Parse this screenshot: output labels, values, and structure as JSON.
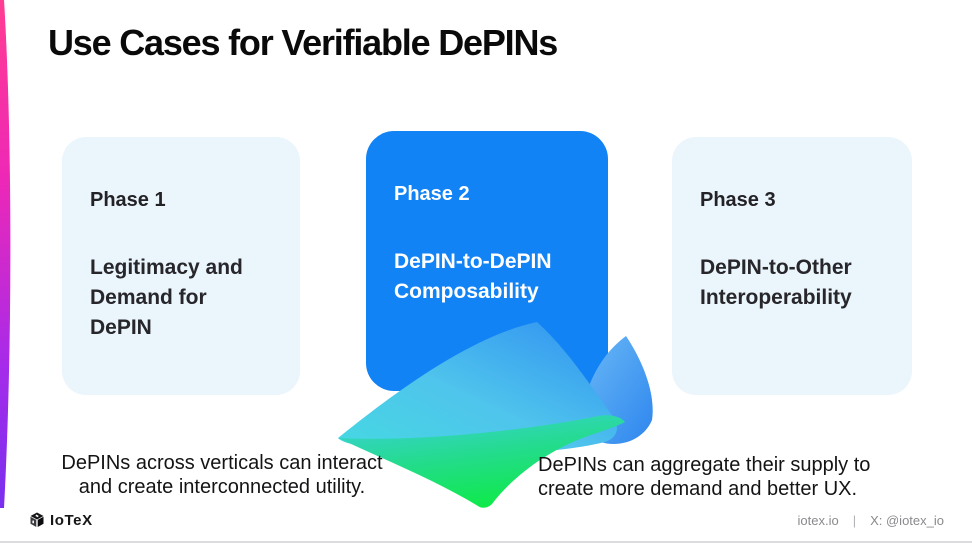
{
  "slide": {
    "title": "Use Cases for Verifiable DePINs",
    "cards": [
      {
        "phase": "Phase 1",
        "description": "Legitimacy and Demand for DePIN"
      },
      {
        "phase": "Phase 2",
        "description": "DePIN-to-DePIN Composability"
      },
      {
        "phase": "Phase 3",
        "description": "DePIN-to-Other Interoperability"
      }
    ],
    "captions": {
      "left_line1": "DePINs across verticals can interact",
      "left_line2": "and create interconnected utility.",
      "right_line1": "DePINs can aggregate their supply to",
      "right_line2": "create more demand and better UX."
    },
    "footer": {
      "brand": "IoTeX",
      "website": "iotex.io",
      "separator": "|",
      "social": "X: @iotex_io"
    },
    "colors": {
      "card_light_bg": "#EBF5FC",
      "card_primary_bg": "#1283F5",
      "title_color": "#0A0A0B",
      "text_dark": "#232327",
      "footer_gray": "#8A8A8E",
      "stripe_top": "#FF3D92",
      "stripe_mid": "#EE28B6",
      "stripe_bottom": "#7A2FEE",
      "ribbon_blue": "#2F8FF2",
      "ribbon_cyan": "#45D9E2",
      "ribbon_green": "#0EEA47"
    }
  }
}
